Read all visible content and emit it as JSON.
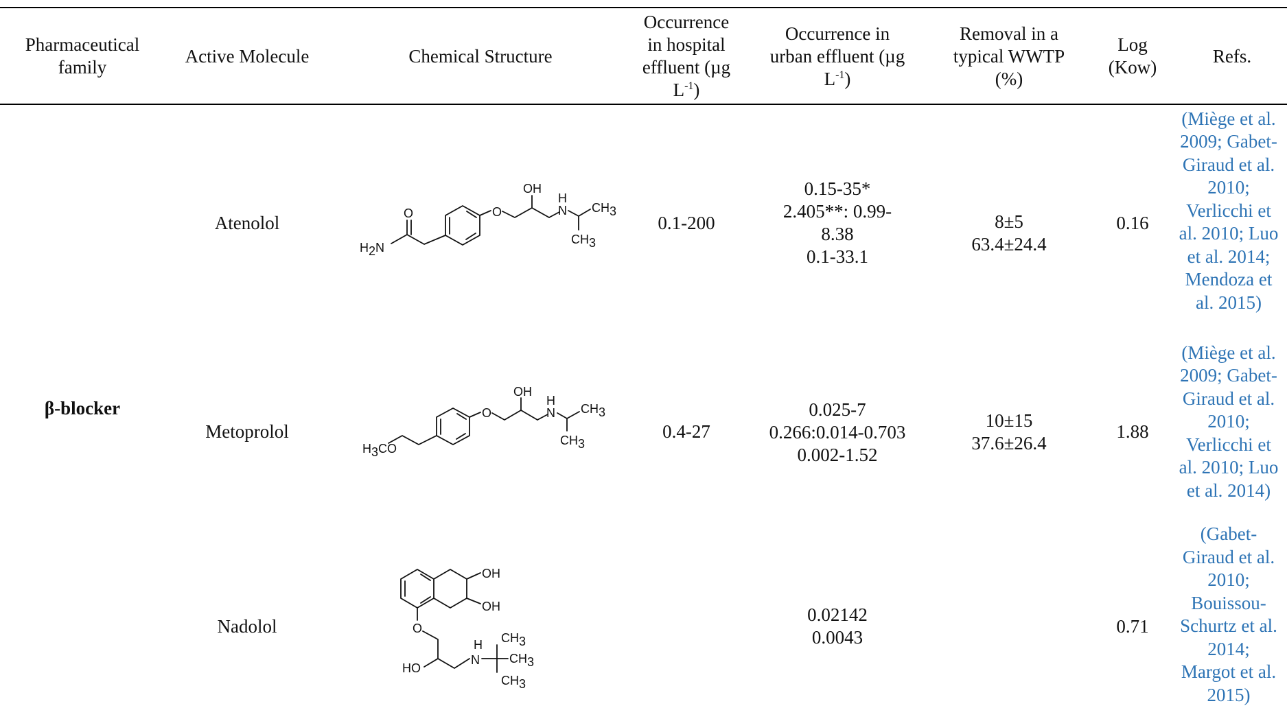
{
  "headers": {
    "family": [
      "Pharmaceutical",
      "family"
    ],
    "molecule": "Active Molecule",
    "structure": "Chemical Structure",
    "hospital": [
      "Occurrence",
      "in hospital",
      "effluent (µg",
      "L",
      "-1",
      ")"
    ],
    "urban": [
      "Occurrence in",
      "urban effluent (µg",
      "L",
      "-1",
      ")"
    ],
    "removal": [
      "Removal in a",
      "typical WWTP",
      "(%)"
    ],
    "logkow": [
      "Log",
      "(Kow)"
    ],
    "refs": "Refs."
  },
  "family_name": "β-blocker",
  "rows": [
    {
      "molecule": "Atenolol",
      "hospital": "0.1-200",
      "urban": [
        "0.15-35*",
        "2.405**: 0.99-",
        "8.38",
        "0.1-33.1"
      ],
      "removal": [
        "8±5",
        "63.4±24.4"
      ],
      "logkow": "0.16",
      "refs": [
        "(Miège et al.",
        "2009; Gabet-",
        "Giraud et al.",
        "2010;",
        "Verlicchi et",
        "al. 2010; Luo",
        "et al. 2014;",
        "Mendoza et",
        "al. 2015)"
      ]
    },
    {
      "molecule": "Metoprolol",
      "hospital": "0.4-27",
      "urban": [
        "0.025-7",
        "0.266:0.014-0.703",
        "0.002-1.52"
      ],
      "removal": [
        "10±15",
        "37.6±26.4"
      ],
      "logkow": "1.88",
      "refs": [
        "(Miège et al.",
        "2009; Gabet-",
        "Giraud et al.",
        "2010;",
        "Verlicchi et",
        "al. 2010; Luo",
        "et al. 2014)"
      ]
    },
    {
      "molecule": "Nadolol",
      "hospital": "",
      "urban": [
        "0.02142",
        "0.0043"
      ],
      "removal": [],
      "logkow": "0.71",
      "refs": [
        "(Gabet-",
        "Giraud et al.",
        "2010;",
        "Bouissou-",
        "Schurtz et al.",
        "2014;",
        "Margot et al.",
        "2015)"
      ]
    }
  ],
  "structure_labels": {
    "atenolol": {
      "o_ring": "O",
      "oh": "OH",
      "nh_n": "N",
      "nh_h": "H",
      "ch3_a": "CH",
      "ch3_b": "CH",
      "sub3": "3",
      "carbonyl_o": "O",
      "amide": "H",
      "amide_n": "N",
      "sub2": "2"
    },
    "metoprolol": {
      "o_ring": "O",
      "oh": "OH",
      "nh_n": "N",
      "nh_h": "H",
      "ch3_a": "CH",
      "ch3_b": "CH",
      "sub3": "3",
      "methoxy": "H",
      "methoxy_tail": "CO"
    },
    "nadolol": {
      "oh1": "OH",
      "oh2": "OH",
      "o_ether": "O",
      "ho": "HO",
      "n": "N",
      "h": "H",
      "ch3_a": "CH",
      "ch3_b": "CH",
      "ch3_c": "CH",
      "sub3": "3"
    }
  }
}
